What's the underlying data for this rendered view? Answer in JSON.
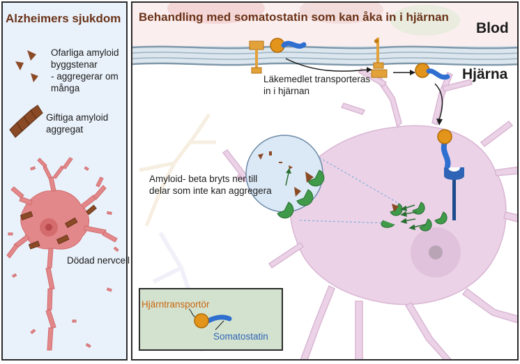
{
  "left_panel": {
    "title": "Alzheimers sjukdom",
    "harmless_label_1": "Ofarliga amyloid",
    "harmless_label_2": "byggstenar",
    "harmless_label_3": "- aggregerar om",
    "harmless_label_4": "många",
    "toxic_label_1": "Giftiga amyloid",
    "toxic_label_2": "aggregat",
    "dead_cell_label": "Dödad nervcell"
  },
  "right_panel": {
    "title": "Behandling med somatostatin som kan åka in i hjärnan",
    "blood_label": "Blod",
    "brain_label": "Hjärna",
    "transport_label_1": "Läkemedlet transporteras",
    "transport_label_2": "in i hjärnan",
    "breakdown_label_1": "Amyloid- beta bryts ner till",
    "breakdown_label_2": "delar som inte kan aggregera"
  },
  "legend": {
    "transporter_label": "Hjärntransportör",
    "somatostatin_label": "Somatostatin"
  },
  "colors": {
    "title_brown": "#6a3319",
    "amyloid_brown": "#8b4a26",
    "neuron_pink": "#e8cfe2",
    "dead_neuron": "#e3888a",
    "transporter_orange": "#e3951b",
    "somatostatin_blue": "#2f6fd0",
    "enzyme_green": "#3f9a4a",
    "legend_bg": "#d3e2cf"
  }
}
